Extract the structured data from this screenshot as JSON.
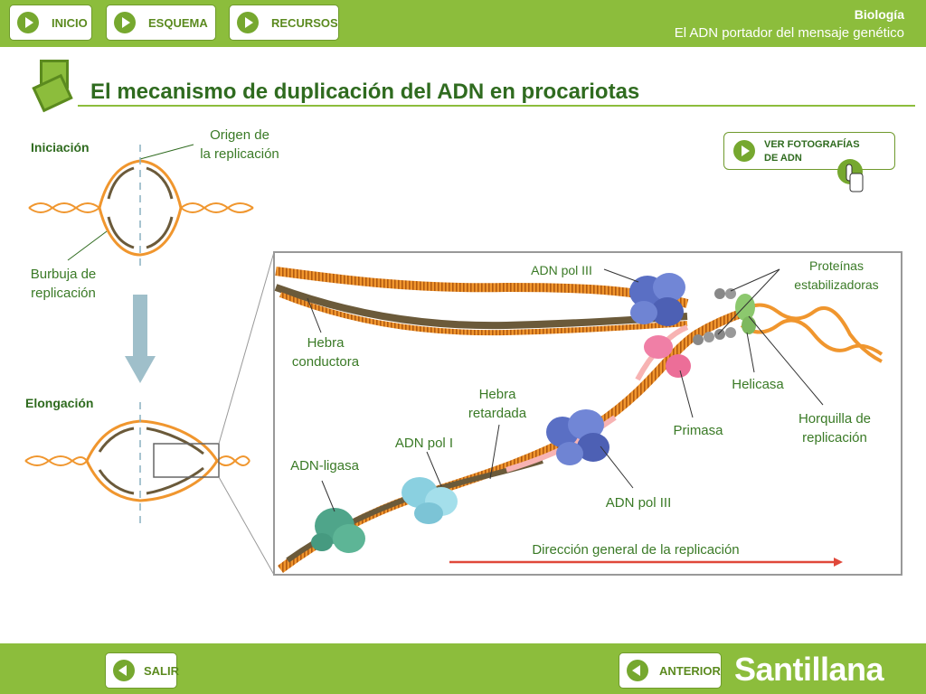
{
  "header": {
    "nav": [
      "INICIO",
      "ESQUEMA",
      "RECURSOS"
    ],
    "subject": "Biología",
    "unit": "El ADN portador del mensaje genético"
  },
  "title": "El mecanismo de duplicación del ADN en procariotas",
  "photo_button": {
    "line1": "VER FOTOGRAFÍAS",
    "line2": "DE ADN"
  },
  "diagram": {
    "initiation": {
      "heading": "Iniciación",
      "origin_line1": "Origen de",
      "origin_line2": "la replicación",
      "bubble_line1": "Burbuja de",
      "bubble_line2": "replicación"
    },
    "elongation": {
      "heading": "Elongación"
    },
    "detail": {
      "pol3_top": "ADN pol III",
      "proteins_line1": "Proteínas",
      "proteins_line2": "estabilizadoras",
      "leading_line1": "Hebra",
      "leading_line2": "conductora",
      "lagging_line1": "Hebra",
      "lagging_line2": "retardada",
      "helicase": "Helicasa",
      "fork_line1": "Horquilla de",
      "fork_line2": "replicación",
      "primase": "Primasa",
      "pol1": "ADN pol I",
      "ligase": "ADN-ligasa",
      "pol3_bottom": "ADN pol III",
      "direction": "Dirección general de la replicación"
    }
  },
  "footer": {
    "exit": "SALIR",
    "previous": "ANTERIOR",
    "brand": "Santillana"
  },
  "colors": {
    "accent": "#8cbd3c",
    "strand_orange": "#f0962e",
    "strand_dark": "#6b5a3a",
    "polymerase": "#5a6fc4",
    "primase": "#f07fa6",
    "helicase": "#8cc86e",
    "pol1": "#8ad0e0",
    "ligase": "#4fa58a"
  }
}
